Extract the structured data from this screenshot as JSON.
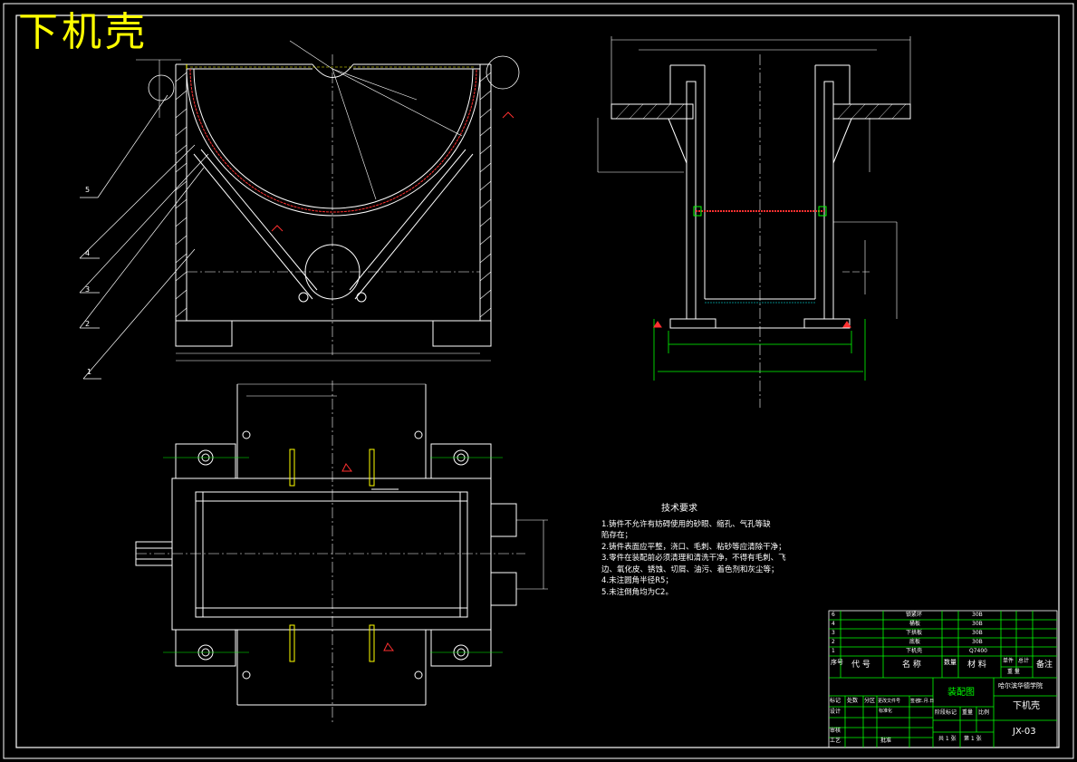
{
  "drawing_title": "下机壳",
  "part_labels": [
    "1",
    "2",
    "3",
    "4",
    "5"
  ],
  "tech_requirements": {
    "heading": "技术要求",
    "lines": [
      "1.铸件不允许有妨碍使用的砂眼、缩孔、气孔等缺",
      "陷存在；",
      "2.铸件表面应平整，浇口、毛刺、粘砂等应清除干净；",
      "3.零件在装配前必须清理和清洗干净，不得有毛刺、飞",
      "边、氧化皮、锈蚀、切屑、油污、着色剂和灰尘等；",
      "4.未注圆角半径R5；",
      "5.未注倒角均为C2。"
    ]
  },
  "bom": [
    {
      "no": "6",
      "name": "锁紧环",
      "material": "30B"
    },
    {
      "no": "4",
      "name": "桶板",
      "material": "30B"
    },
    {
      "no": "3",
      "name": "下拱板",
      "material": "30B"
    },
    {
      "no": "2",
      "name": "底板",
      "material": "30B"
    },
    {
      "no": "1",
      "name": "下机壳",
      "material": "Q7400"
    }
  ],
  "bom_header": {
    "seq": "序号",
    "code": "代 号",
    "name": "名 称",
    "qty": "数量",
    "material": "材 料",
    "single": "单件",
    "total": "总计",
    "weight": "重 量",
    "remark": "备注"
  },
  "title_block": {
    "drawing_type": "装配图",
    "company": "哈尔滨华德学院",
    "part_name": "下机壳",
    "drawing_no": "JX-03",
    "mark": "标记",
    "count": "处数",
    "zone": "分区",
    "change_doc": "更改文件号",
    "signature": "签名",
    "date": "年.月.日",
    "design": "设计",
    "standardize": "标准化",
    "stage_mark": "阶段标记",
    "weight": "重量",
    "scale": "比例",
    "review": "审核",
    "process": "工艺",
    "approve": "批准",
    "sheets_total": "共 1 张",
    "sheet_no": "第 1 张"
  }
}
